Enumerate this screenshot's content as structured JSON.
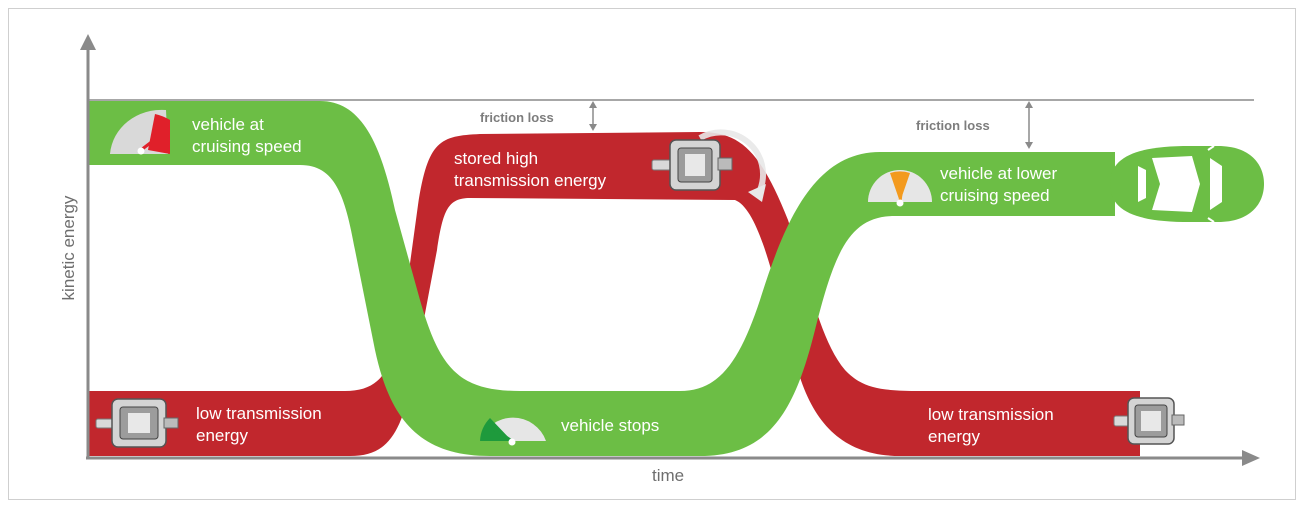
{
  "axes": {
    "y_label": "kinetic energy",
    "x_label": "time"
  },
  "annotations": {
    "friction_loss_1": "friction loss",
    "friction_loss_2": "friction loss"
  },
  "labels": {
    "vehicle_cruising": "vehicle at\ncruising speed",
    "stored_high": "stored high\ntransmission energy",
    "vehicle_lower": "vehicle at lower\ncruising speed",
    "low_trans_left": "low transmission\nenergy",
    "vehicle_stops": "vehicle stops",
    "low_trans_right": "low transmission\nenergy"
  },
  "colors": {
    "vehicle_energy": "#6cbe45",
    "transmission_energy": "#c1272d",
    "axis": "#8a8a8a",
    "gauge_needle_high": "#e0202a",
    "gauge_needle_mid": "#f39a1e",
    "gauge_needle_low": "#1e9a3c"
  },
  "icons": [
    "speedometer-icon",
    "transmission-icon",
    "car-icon"
  ]
}
